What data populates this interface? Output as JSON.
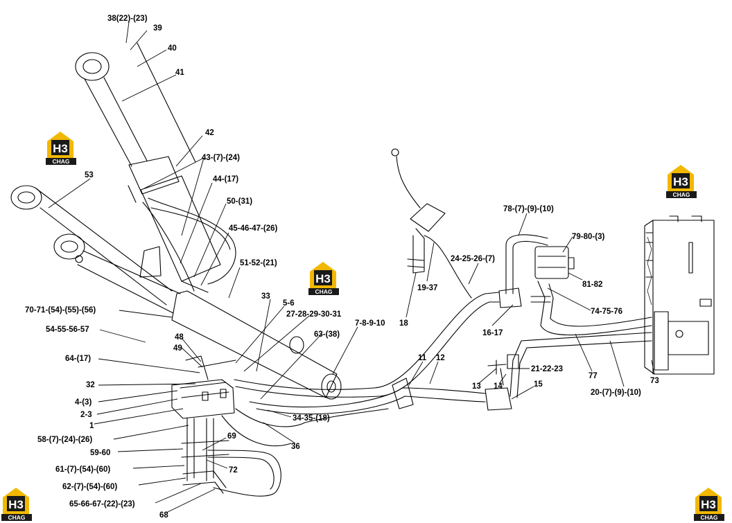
{
  "logo": {
    "mark": "H3",
    "brand": "CHAG",
    "color_yellow": "#f2b800",
    "color_dark": "#1a1a1a"
  },
  "labels": {
    "l38": "38(22)-(23)",
    "l39": "39",
    "l40": "40",
    "l41": "41",
    "l42": "42",
    "l43": "43-(7)-(24)",
    "l44": "44-(17)",
    "l50": "50-(31)",
    "l45": "45-46-47-(26)",
    "l51": "51-52-(21)",
    "l53": "53",
    "l33": "33",
    "l5": "5-6",
    "l27": "27-28-29-30-31",
    "l7": "7-8-9-10",
    "l18": "18",
    "l19": "19-37",
    "l24": "24-25-26-(7)",
    "l78": "78-(7)-(9)-(10)",
    "l79": "79-80-(3)",
    "l81": "81-82",
    "l74": "74-75-76",
    "l16": "16-17",
    "l70": "70-71-(54)-(55)-(56)",
    "l54": "54-55-56-57",
    "l48": "48",
    "l49": "49",
    "l63": "63-(38)",
    "l64": "64-(17)",
    "l32": "32",
    "l4": "4-(3)",
    "l2": "2-3",
    "l1": "1",
    "l11": "11",
    "l12": "12",
    "l13": "13",
    "l14": "14",
    "l21": "21-22-23",
    "l15": "15",
    "l77": "77",
    "l20": "20-(7)-(9)-(10)",
    "l73": "73",
    "l34": "34-35-(18)",
    "l36": "36",
    "l58": "58-(7)-(24)-(26)",
    "l69": "69",
    "l59": "59-60",
    "l72": "72",
    "l61": "61-(7)-(54)-(60)",
    "l62": "62-(7)-(54)-(60)",
    "l65": "65-66-67-(22)-(23)",
    "l68": "68"
  }
}
